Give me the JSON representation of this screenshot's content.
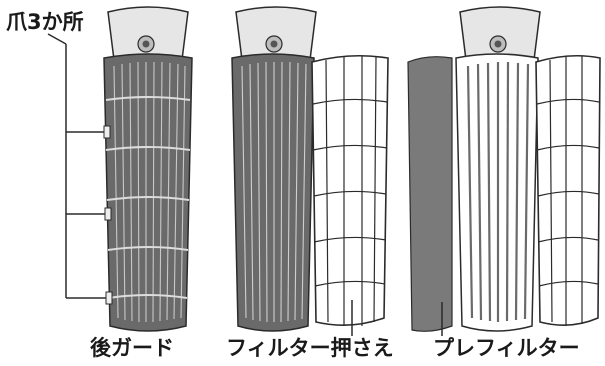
{
  "labels": {
    "claws": "爪3か所",
    "rear_guard": "後ガード",
    "filter_holder": "フィルター押さえ",
    "prefilter": "プレフィルター"
  },
  "colors": {
    "line": "#2b2b2b",
    "unit_body": "#e6e6e6",
    "grille_dark": "#4a4a4a",
    "prefilter_sheet": "#7a7a7a",
    "frame_white": "#ffffff"
  }
}
